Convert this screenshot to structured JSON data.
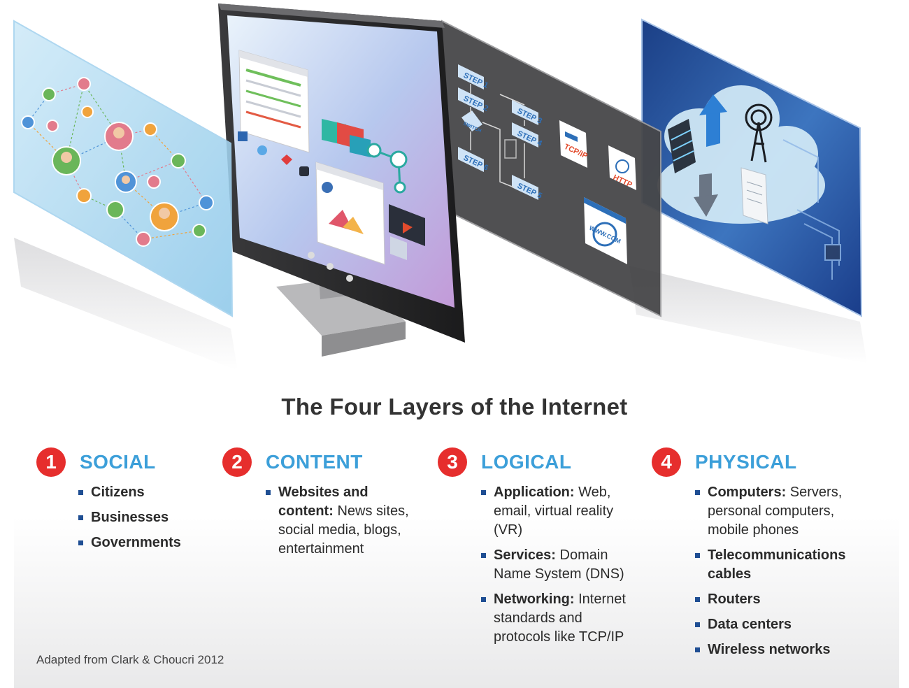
{
  "title": "The Four Layers of the Internet",
  "columns": [
    {
      "number": "1",
      "name": "SOCIAL",
      "items": [
        {
          "bold": "Citizens",
          "text": ""
        },
        {
          "bold": "Businesses",
          "text": ""
        },
        {
          "bold": "Governments",
          "text": ""
        }
      ]
    },
    {
      "number": "2",
      "name": "CONTENT",
      "items": [
        {
          "bold": "Websites and content:",
          "text": " News sites, social media, blogs, entertainment"
        }
      ]
    },
    {
      "number": "3",
      "name": "LOGICAL",
      "items": [
        {
          "bold": "Application:",
          "text": " Web, email, virtual reality (VR)"
        },
        {
          "bold": "Services:",
          "text": " Domain Name System (DNS)"
        },
        {
          "bold": "Networking:",
          "text": " Internet standards and protocols like TCP/IP"
        }
      ]
    },
    {
      "number": "4",
      "name": "PHYSICAL",
      "items": [
        {
          "bold": "Computers:",
          "text": " Servers, personal computers, mobile phones"
        },
        {
          "bold": "Telecommunications cables",
          "text": ""
        },
        {
          "bold": "Routers",
          "text": ""
        },
        {
          "bold": "Data centers",
          "text": ""
        },
        {
          "bold": "Wireless networks",
          "text": ""
        }
      ]
    }
  ],
  "credit": "Adapted from Clark & Choucri 2012",
  "illustration": {
    "logical_labels": [
      "STEP 1",
      "STEP 2",
      "SWITCH",
      "STEP 6",
      "STEP 3",
      "STEP 4",
      "STEP 5",
      "TCP/IP",
      "HTTP",
      "WWW.COM"
    ]
  },
  "colors": {
    "accent_red": "#e62e2d",
    "heading_blue": "#3c9fd9",
    "bullet": "#1f4e93",
    "title": "#333333"
  }
}
